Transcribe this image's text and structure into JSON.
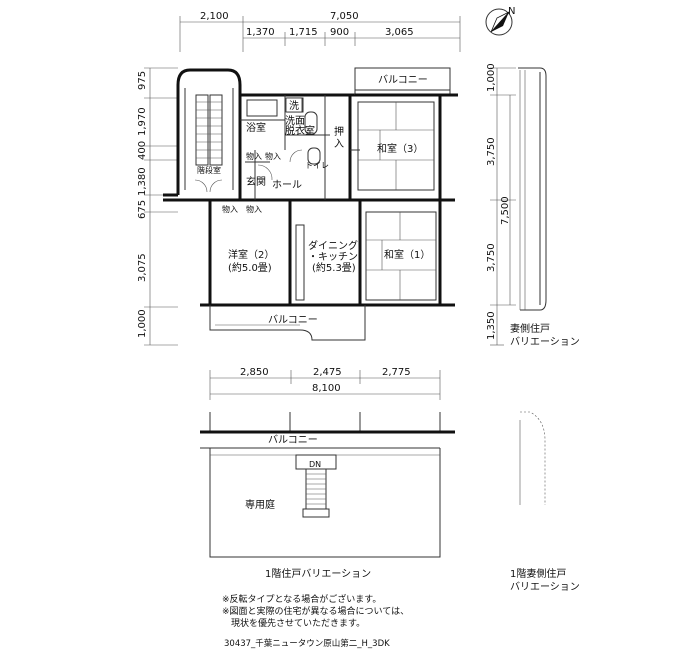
{
  "compass": {
    "label": "N"
  },
  "dims_top_row1": [
    "2,100",
    "7,050"
  ],
  "dims_top_row2": [
    "1,370",
    "1,715",
    "900",
    "3,065"
  ],
  "dims_left": [
    "975",
    "1,970",
    "400",
    "1,380",
    "675",
    "3,075",
    "1,000"
  ],
  "dims_right": [
    "1,000",
    "3,750",
    "7,500",
    "3,750",
    "1,350"
  ],
  "dims_bottom_row1": [
    "2,850",
    "2,475",
    "2,775"
  ],
  "dims_bottom_row2": [
    "8,100"
  ],
  "rooms": {
    "balcony_top": "バルコニー",
    "bath": "浴室",
    "wash_mark": "洗",
    "washroom": "洗面\n脱衣室",
    "oshiire": "押\n入",
    "washitsu3": "和室（3）",
    "toilet": "トイレ",
    "stair_hall": "階段室",
    "monoire_a": "物入",
    "monoire_b": "物入",
    "genkan": "玄関",
    "hall": "ホール",
    "monoire_c": "物入",
    "monoire_d": "物入",
    "youshitsu2": "洋室（2）",
    "youshitsu2_size": "(約5.0畳)",
    "dining1": "ダイニング",
    "dining2": "・キッチン",
    "dining_size": "(約5.3畳)",
    "washitsu1": "和室（1）",
    "balcony_bottom": "バルコニー",
    "balcony_ground": "バルコニー",
    "dn": "DN",
    "garden": "専用庭"
  },
  "captions": {
    "end_unit": [
      "妻側住戸",
      "バリエーション"
    ],
    "ground_floor": "1階住戸バリエーション",
    "ground_end": [
      "1階妻側住戸",
      "バリエーション"
    ]
  },
  "notes": [
    "※反転タイプとなる場合がございます。",
    "※図面と実際の住宅が異なる場合については、",
    "　現状を優先させていただきます。"
  ],
  "footer": "30437_千葉ニュータウン原山第二_H_3DK"
}
